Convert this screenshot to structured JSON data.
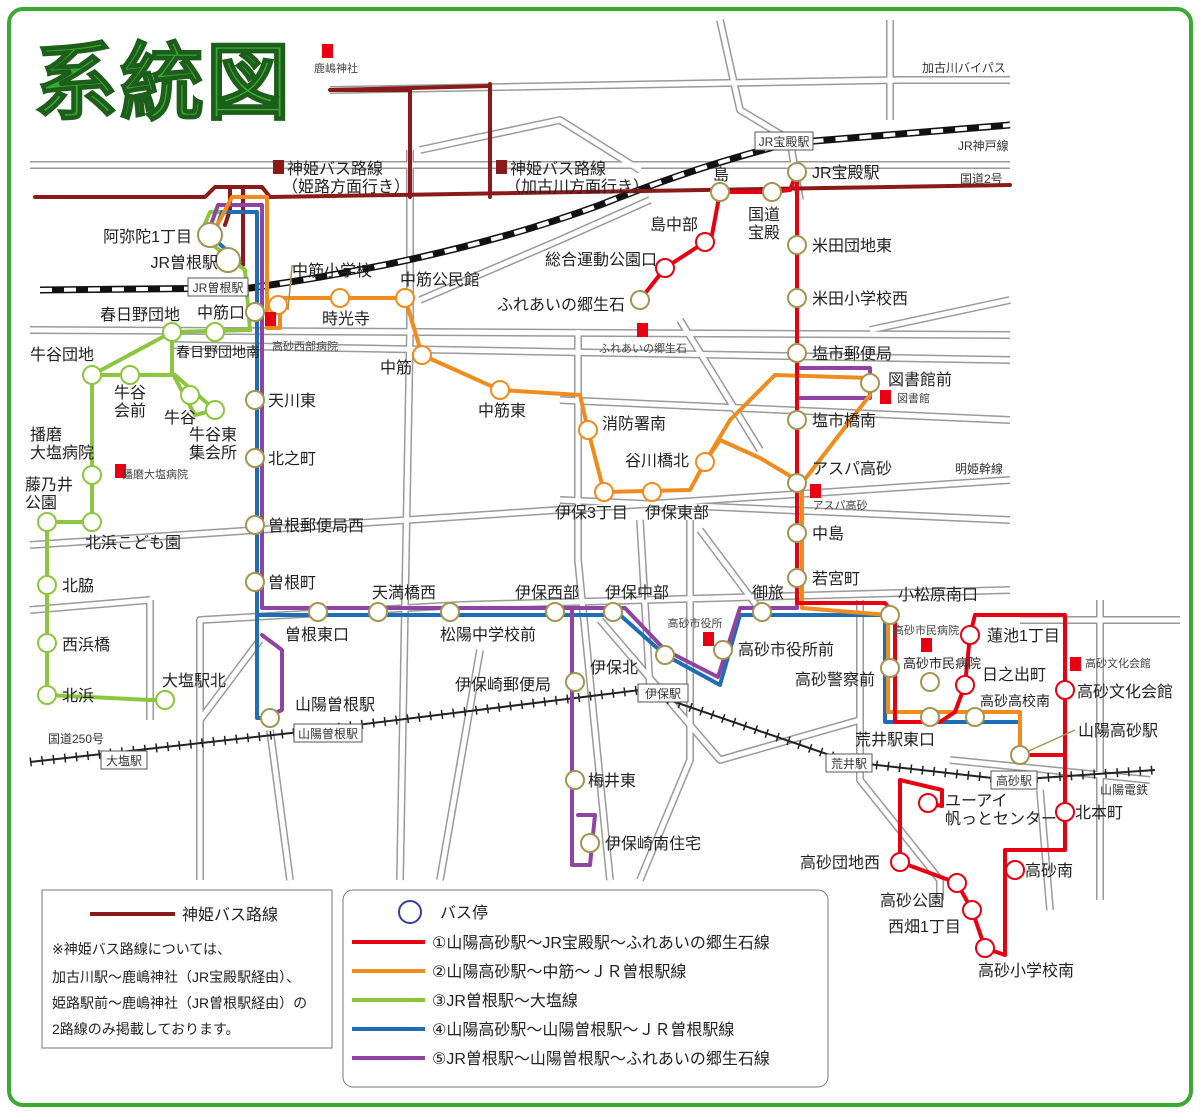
{
  "title": "系統図",
  "colors": {
    "frame": "#3aaa35",
    "shinki": "#8b1a1a",
    "route1": "#e60012",
    "route2": "#f08c1e",
    "route3": "#8cc63f",
    "route4": "#1f6eb5",
    "route5": "#8e44a0",
    "stop": "#a39552",
    "landmark": "#e60012"
  },
  "shinki_labels": {
    "himeji_1": "神姫バス路線",
    "himeji_2": "（姫路方面行き）",
    "kakogawa_1": "神姫バス路線",
    "kakogawa_2": "（加古川方面行き）"
  },
  "roads": {
    "kakogawa_bypass": "加古川バイパス",
    "jr_kobe": "JR神戸線",
    "route2": "国道2号",
    "meiki": "明姫幹線",
    "route250": "国道250号",
    "sanyo": "山陽電鉄"
  },
  "stations": {
    "jr_hoden": "JR宝殿駅",
    "jr_sone": "JR曽根駅",
    "iho": "伊保駅",
    "sanyo_sone": "山陽曽根駅",
    "oshio": "大塩駅",
    "arai": "荒井駅",
    "takasago": "高砂駅"
  },
  "landmarks": {
    "kashima": "鹿嶋神社",
    "fureai": "ふれあいの郷生石",
    "seibu": "高砂西部病院",
    "harima": "播磨大塩病院",
    "library": "図書館",
    "aspa": "アスパ高砂",
    "cityhall": "高砂市役所",
    "hospital": "高砂市民病院",
    "bunka": "高砂文化会館"
  },
  "stops": {
    "ami": "阿弥陀1丁目",
    "jrsone": "JR曽根駅",
    "nakasujiguchi": "中筋口",
    "kasugano": "春日野団地",
    "kasuganominami": "春日野団地南",
    "ushitanidanchi": "牛谷団地",
    "ushitanikai": "牛谷\n会前",
    "ushitani": "牛谷",
    "ushitanihigashi": "牛谷東\n集会所",
    "harimaoshio": "播磨\n大塩病院",
    "kitahamakodomo": "北浜こども園",
    "fujinoi": "藤乃井\n公園",
    "kitawaki": "北脇",
    "nishihamabashi": "西浜橋",
    "kitahama": "北浜",
    "oshioekikita": "大塩駅北",
    "amakawahigashi": "天川東",
    "kitanocho": "北之町",
    "sonepost": "曽根郵便局西",
    "sonecho": "曽根町",
    "sanyosone": "山陽曽根駅",
    "sonehigashiguchi": "曽根東口",
    "tenmanbashi": "天満橋西",
    "shoyo": "松陽中学校前",
    "ihoseibu": "伊保西部",
    "ihochubu": "伊保中部",
    "ihokita": "伊保北",
    "shiyakusho": "高砂市役所前",
    "otabi": "御旅",
    "ihozakiyubin": "伊保崎郵便局",
    "umeihigashi": "梅井東",
    "ihozakiminami": "伊保崎南住宅",
    "nakasujisho": "中筋小学校",
    "jikoji": "時光寺",
    "nakasujikominkan": "中筋公民館",
    "nakasuji": "中筋",
    "nakasujihigashi": "中筋東",
    "shobosho": "消防署南",
    "ihosan": "伊保3丁目",
    "ihotobu": "伊保東部",
    "tanigawa": "谷川橋北",
    "shima": "島",
    "kokudohoden": "国道\n宝殿",
    "shimachubu": "島中部",
    "sogo": "総合運動公園口",
    "fureai": "ふれあいの郷生石",
    "jrhoden": "JR宝殿駅",
    "yonedadanchi": "米田団地東",
    "yonedasho": "米田小学校西",
    "shioichiyubin": "塩市郵便局",
    "toshokan": "図書館前",
    "shioichibashi": "塩市橋南",
    "aspa": "アスパ高砂",
    "nakajima": "中島",
    "wakamiya": "若宮町",
    "komatsubara": "小松原南口",
    "keisatsu": "高砂警察前",
    "arai": "荒井駅東口",
    "shiminbyoin": "高砂市民病院",
    "takakominami": "高砂高校南",
    "hasuike": "蓮池1丁目",
    "hinode": "日之出町",
    "bunka": "高砂文化会館",
    "sanyotakasago": "山陽高砂駅",
    "kitahonmachi": "北本町",
    "takasagominami": "高砂南",
    "yui": "ユーアイ\n帆っとセンター",
    "danchinishi": "高砂団地西",
    "koen": "高砂公園",
    "nishibata": "西畑1丁目",
    "shogakkominami": "高砂小学校南"
  },
  "legend": {
    "shinki": "神姫バス路線",
    "note": [
      "※神姫バス路線については、",
      "加古川駅〜鹿嶋神社（JR宝殿駅経由）、",
      "姫路駅前〜鹿嶋神社（JR曽根駅経由）の",
      "2路線のみ掲載しております。"
    ],
    "stop": "バス停",
    "routes": [
      "①山陽高砂駅〜JR宝殿駅〜ふれあいの郷生石線",
      "②山陽高砂駅〜中筋〜ＪＲ曽根駅線",
      "③JR曽根駅〜大塩線",
      "④山陽高砂駅〜山陽曽根駅〜ＪＲ曽根駅線",
      "⑤JR曽根駅〜山陽曽根駅〜ふれあいの郷生石線"
    ]
  }
}
